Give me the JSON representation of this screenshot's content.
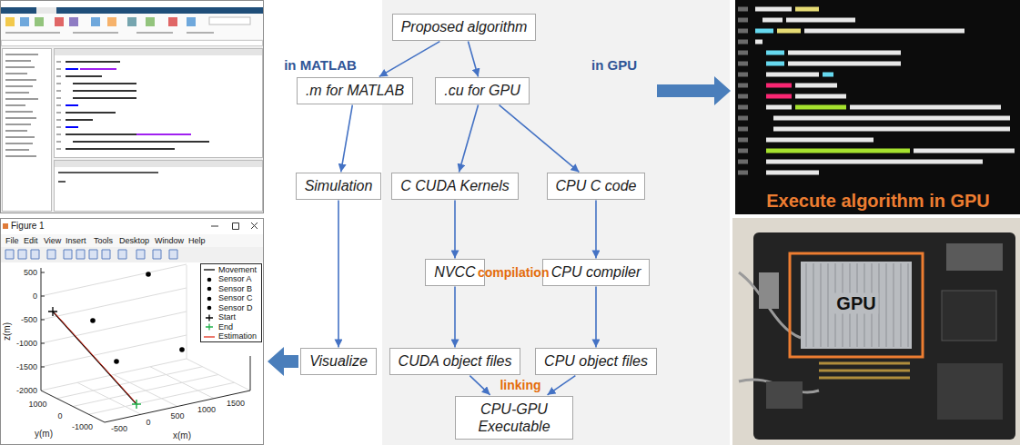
{
  "diagram": {
    "nodes": [
      {
        "text": [
          "Proposed algorithm"
        ]
      },
      {
        "text": [
          ".m for MATLAB"
        ]
      },
      {
        "text": [
          ".cu for GPU"
        ]
      },
      {
        "text": [
          "Simulation"
        ]
      },
      {
        "text": [
          "C CUDA Kernels"
        ]
      },
      {
        "text": [
          "CPU C code"
        ]
      },
      {
        "text": [
          "NVCC"
        ]
      },
      {
        "text": [
          "CPU compiler"
        ]
      },
      {
        "text": [
          "Visualize"
        ]
      },
      {
        "text": [
          "CUDA object files"
        ]
      },
      {
        "text": [
          "CPU object files"
        ]
      },
      {
        "text": [
          "CPU-GPU Executable"
        ]
      }
    ],
    "edges": [
      {
        "from": 0,
        "to": 1,
        "arrow": "to"
      },
      {
        "from": 0,
        "to": 2,
        "arrow": "to"
      },
      {
        "from": 1,
        "to": 3,
        "arrow": "to"
      },
      {
        "from": 3,
        "to": 8,
        "arrow": "to"
      },
      {
        "from": 2,
        "to": 4,
        "arrow": "to"
      },
      {
        "from": 2,
        "to": 5,
        "arrow": "to"
      },
      {
        "from": 4,
        "to": 6,
        "arrow": "to"
      },
      {
        "from": 5,
        "to": 7,
        "arrow": "to"
      },
      {
        "from": 6,
        "to": 9,
        "arrow": "to"
      },
      {
        "from": 7,
        "to": 10,
        "arrow": "to"
      },
      {
        "from": 9,
        "to": 11,
        "arrow": "to"
      },
      {
        "from": 10,
        "to": 11,
        "arrow": "to"
      }
    ],
    "labels": [
      "in MATLAB",
      "in GPU",
      "compilation",
      "linking",
      "Execute algorithm in GPU",
      "GPU",
      "Figure 1",
      "File",
      "Edit",
      "View",
      "Insert",
      "Tools",
      "Desktop",
      "Window",
      "Help",
      "z(m)",
      "y(m)",
      "x(m)",
      "500",
      "0",
      "-500",
      "-1000",
      "-1500",
      "-2000",
      "1000",
      "0",
      "-1000",
      "-500",
      "0",
      "500",
      "1000",
      "1500"
    ],
    "legend": [
      {
        "text": "Movement"
      },
      {
        "text": "Sensor A"
      },
      {
        "text": "Sensor B"
      },
      {
        "text": "Sensor C"
      },
      {
        "text": "Sensor D"
      },
      {
        "text": "Start"
      },
      {
        "text": "End"
      },
      {
        "text": "Estimation"
      }
    ]
  }
}
